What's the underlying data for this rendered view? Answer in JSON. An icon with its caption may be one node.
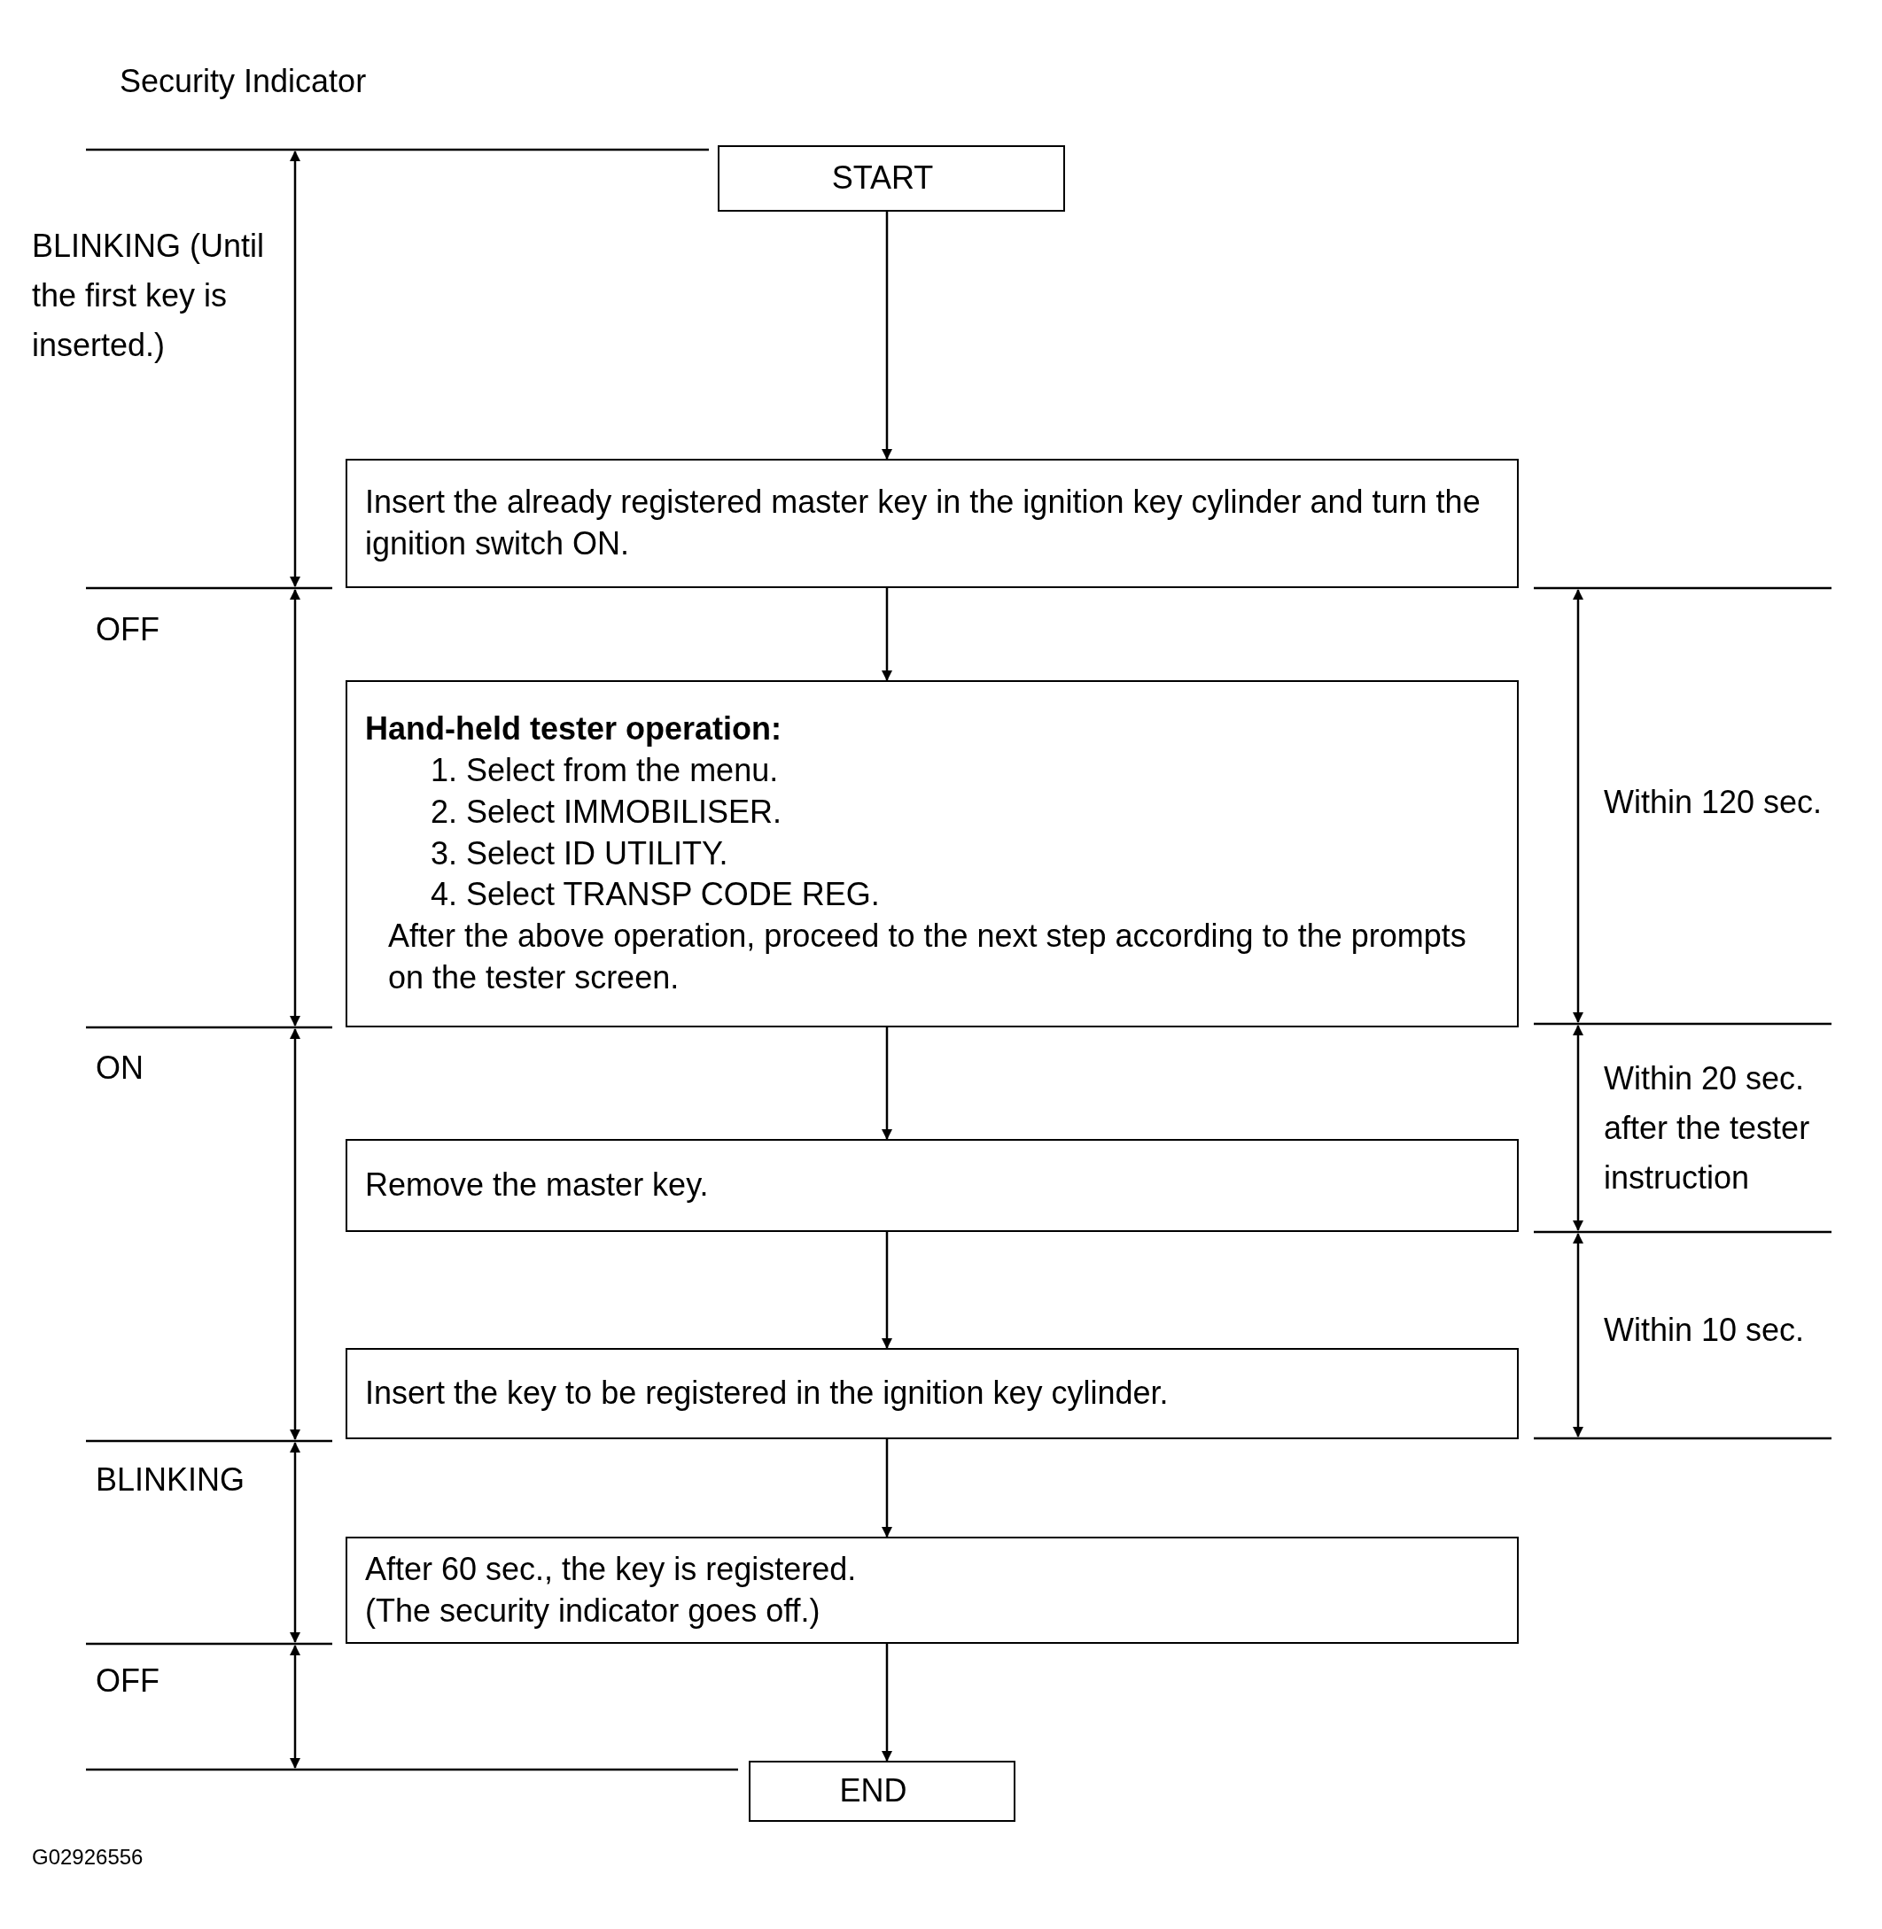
{
  "diagram": {
    "title": "Security Indicator",
    "nodes": [
      {
        "text": [
          "START"
        ]
      },
      {
        "text": [
          "Insert the already registered master key in the ignition key cylinder and turn the ignition switch ON."
        ]
      },
      {
        "text": [
          "Hand-held tester operation:",
          "1. Select from the menu.",
          "2. Select IMMOBILISER.",
          "3. Select ID UTILITY.",
          "4. Select TRANSP CODE REG.",
          "After the above operation, proceed to the next step according to the prompts on the tester screen."
        ]
      },
      {
        "text": [
          "Remove the master key."
        ]
      },
      {
        "text": [
          "Insert the key to be registered in the ignition key cylinder."
        ]
      },
      {
        "text": [
          "After 60 sec., the key is registered.",
          "(The security indicator goes off.)"
        ]
      },
      {
        "text": [
          "END"
        ]
      }
    ],
    "edges": [
      {
        "from": 0,
        "to": 1,
        "arrow": "to"
      },
      {
        "from": 1,
        "to": 2,
        "arrow": "to"
      },
      {
        "from": 2,
        "to": 3,
        "arrow": "to"
      },
      {
        "from": 3,
        "to": 4,
        "arrow": "to"
      },
      {
        "from": 4,
        "to": 5,
        "arrow": "to"
      },
      {
        "from": 5,
        "to": 6,
        "arrow": "to"
      }
    ],
    "labels": [
      "BLINKING (Until the first key is inserted.)",
      "OFF",
      "ON",
      "BLINKING",
      "OFF",
      "Within 120 sec.",
      "Within 20 sec. after the tester instruction",
      "Within 10 sec.",
      "G02926556"
    ]
  }
}
